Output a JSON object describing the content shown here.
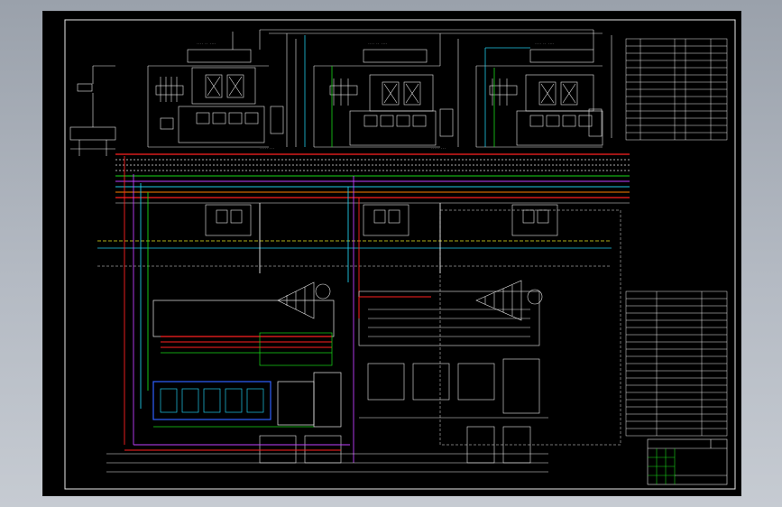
{
  "viewport": {
    "title": "",
    "background": [
      "#9aa1ab",
      "#c6cbd2"
    ]
  },
  "drawing": {
    "paper_color": "#000000",
    "line_colors": {
      "white": "#e8e8e8",
      "red": "#ff2020",
      "green": "#18d818",
      "cyan": "#20c8e8",
      "yellow": "#e8e820",
      "magenta": "#c040ff",
      "orange": "#ff8000",
      "blue": "#3060ff"
    },
    "units": [
      "unit-left",
      "unit-center",
      "unit-right"
    ]
  }
}
